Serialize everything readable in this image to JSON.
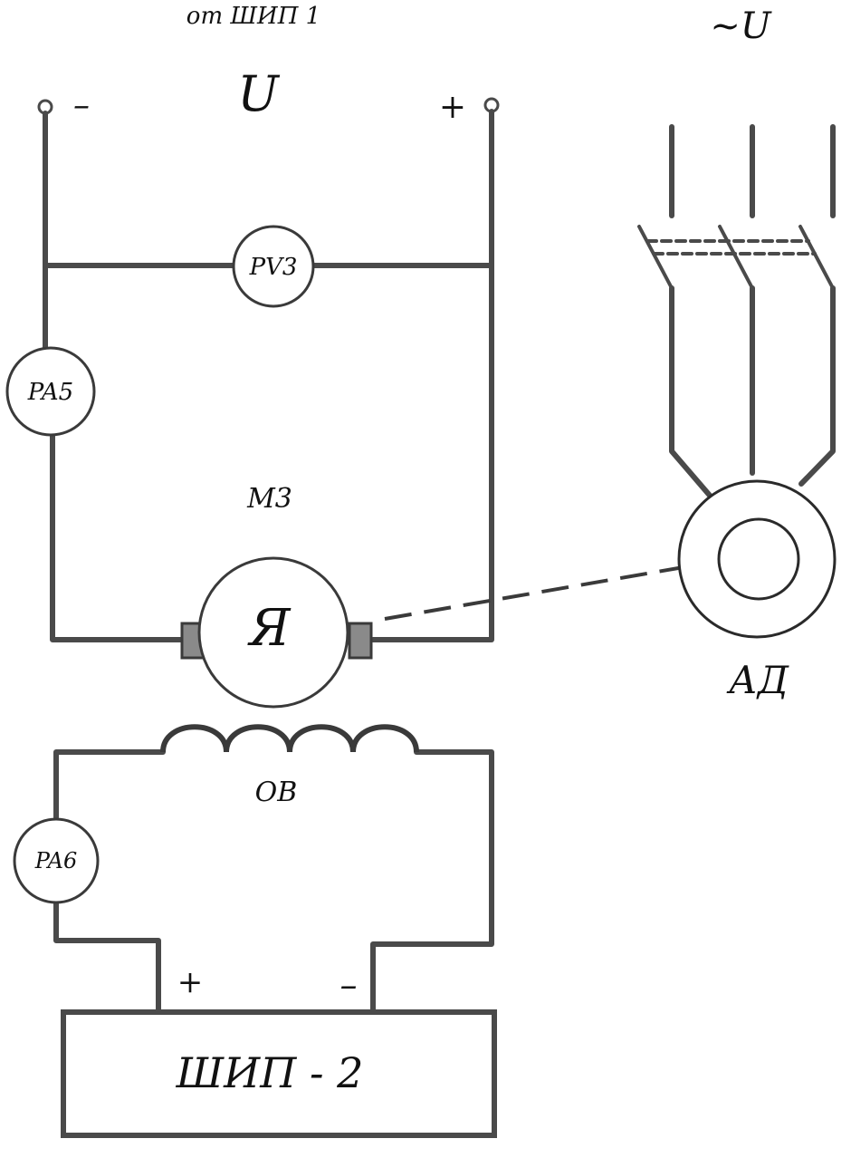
{
  "source_label": "от ШИП 1",
  "dc_voltage": "U",
  "ac_voltage": "~U",
  "terminal_minus": "–",
  "terminal_plus": "+",
  "voltmeter": "PV3",
  "ammeter_armature": "PA5",
  "ammeter_field": "PA6",
  "motor": "М3",
  "armature": "Я",
  "field_winding": "ОВ",
  "induction_motor": "АД",
  "pwm2_label": "ШИП - 2",
  "pwm2_plus": "+",
  "pwm2_minus": "–"
}
